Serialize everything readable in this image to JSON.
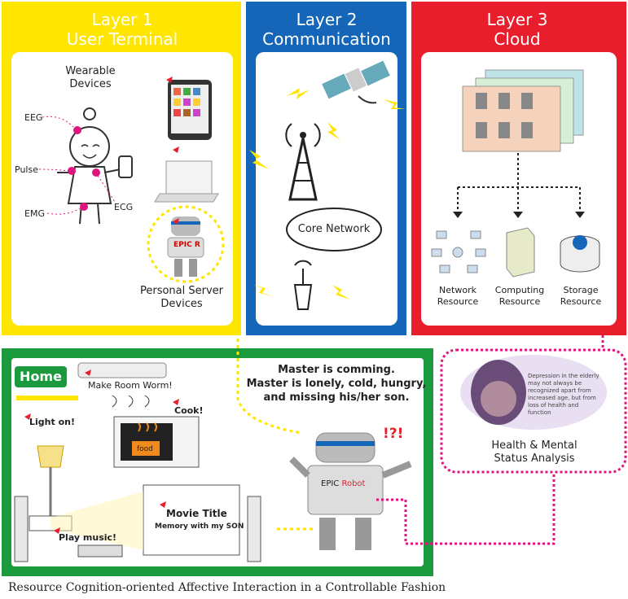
{
  "layer1": {
    "title_line1": "Layer 1",
    "title_line2": "User Terminal",
    "wearable_line1": "Wearable",
    "wearable_line2": "Devices",
    "eeg": "EEG",
    "pulse": "Pulse",
    "emg": "EMG",
    "ecg": "ECG",
    "personal_line1": "Personal Server",
    "personal_line2": "Devices",
    "robot_tag": "EPIC R"
  },
  "layer2": {
    "title_line1": "Layer 2",
    "title_line2": "Communication",
    "core_network": "Core Network"
  },
  "layer3": {
    "title_line1": "Layer 3",
    "title_line2": "Cloud",
    "network_line1": "Network",
    "network_line2": "Resource",
    "computing_line1": "Computing",
    "computing_line2": "Resource",
    "storage_line1": "Storage",
    "storage_line2": "Resource"
  },
  "home": {
    "title": "Home",
    "make_room": "Make Room Worm!",
    "cook": "Cook!",
    "food": "food",
    "light_on": "Light on!",
    "play_music": "Play music!",
    "movie_title": "Movie Title",
    "movie_sub": "Memory with my SON",
    "robot_epic": "EPIC",
    "robot_robot": "Robot",
    "exclaim": "!?!",
    "master_line1": "Master is comming.",
    "master_line2": "Master is lonely, cold, hungry,",
    "master_line3": "and missing his/her son."
  },
  "health": {
    "line1": "Health & Mental",
    "line2": "Status Analysis",
    "photo_text": "Depression in the elderly may not always be recognized apart from increased age, but from loss of health and function"
  },
  "caption": "Resource Cognition-oriented Affective Interaction in a Controllable Fashion",
  "colors": {
    "yellow": "#ffe600",
    "blue": "#1566b8",
    "red": "#e81e2c",
    "green": "#1a9a3c",
    "magenta": "#e0137f"
  }
}
